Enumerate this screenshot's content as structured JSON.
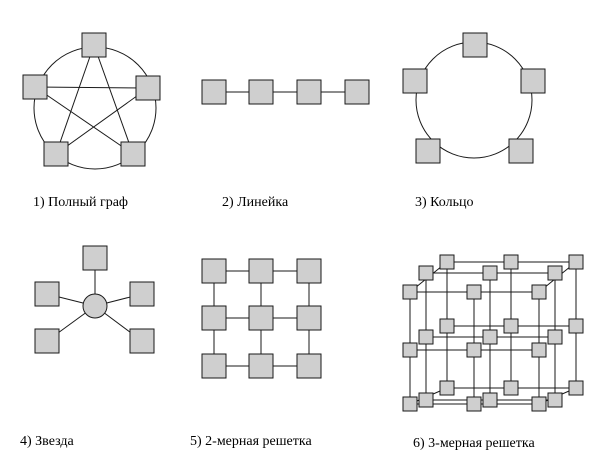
{
  "captions": {
    "full_graph": "1) Полный граф",
    "line": "2) Линейка",
    "ring": "3) Кольцо",
    "star": "4) Звезда",
    "mesh2d": "5) 2-мерная решетка",
    "mesh3d": "6) 3-мерная решетка"
  },
  "colors": {
    "node_fill": "#cfcfcf",
    "stroke": "#1a1a1a"
  }
}
